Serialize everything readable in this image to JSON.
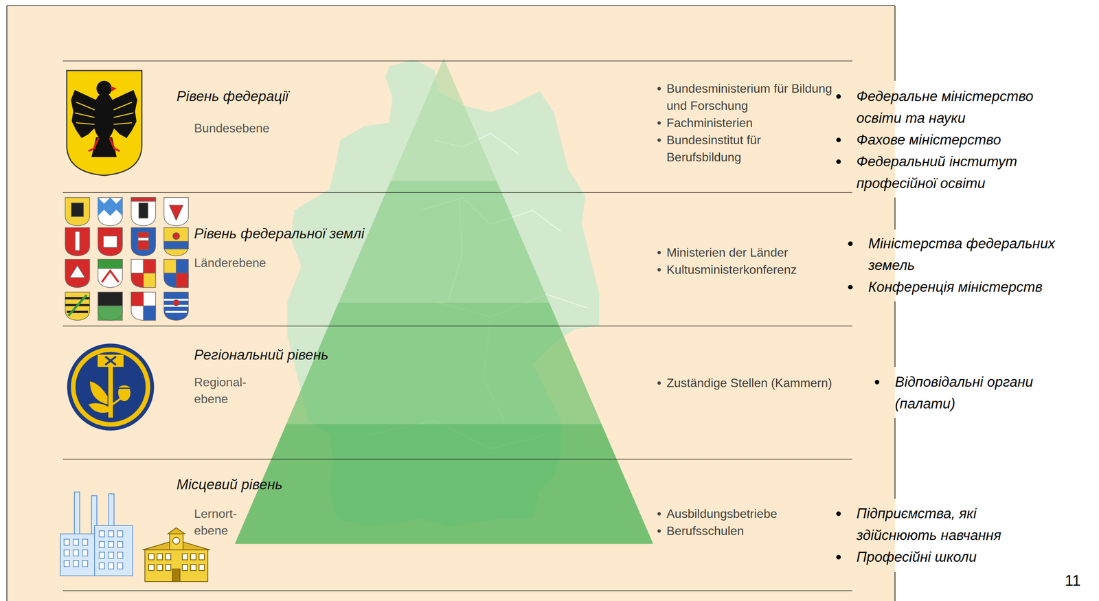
{
  "diagram": {
    "nodes": [
      {
        "text": [
          "Рівень федерації",
          "Bundesebene",
          "Bundesministerium für Bildung und Forschung",
          "Fachministerien",
          "Bundesinstitut für Berufsbildung",
          "Федеральне міністерство освіти та науки",
          "Фахове міністерство",
          "Федеральний інститут професійної освіти"
        ]
      },
      {
        "text": [
          "Рівень федеральної землі",
          "Länderebene",
          "Ministerien der Länder",
          "Kultusministerkonferenz",
          "Міністерства федеральних земель",
          "Конференція міністерств"
        ]
      },
      {
        "text": [
          "Регіональний рівень",
          "Regional- ebene",
          "Zuständige Stellen (Kammern)",
          "Відповідальні органи (палати)"
        ]
      },
      {
        "text": [
          "Місцевий рівень",
          "Lernort- ebene",
          "Ausbildungsbetriebe",
          "Berufsschulen",
          "Підприємства, які здійснюють навчання",
          "Професійні школи"
        ]
      }
    ],
    "labels": [
      "11"
    ]
  }
}
